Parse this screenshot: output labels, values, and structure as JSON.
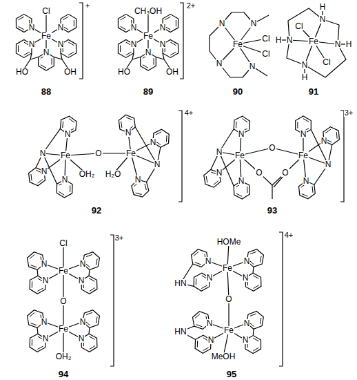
{
  "diagram": {
    "labels": [
      "Cl",
      "Fe",
      "N",
      "N",
      "N",
      "N",
      "N",
      "HO",
      "OH",
      "+",
      "88",
      "CH₃OH",
      "Fe",
      "N",
      "N",
      "N",
      "N",
      "N",
      "HO",
      "OH",
      "2+",
      "89",
      "N",
      "N",
      "Fe",
      "Cl",
      "Cl",
      "N",
      "N",
      "90",
      "H",
      "N",
      "Cl",
      "H",
      "N",
      "Fe",
      "N",
      "H",
      "Cl",
      "N",
      "H",
      "91",
      "4+",
      "N",
      "N",
      "N",
      "Fe",
      "O",
      "Fe",
      "N",
      "N",
      "OH₂",
      "H₂O",
      "N",
      "N",
      "N",
      "92",
      "3+",
      "N",
      "N",
      "N",
      "Fe",
      "O",
      "Fe",
      "N",
      "N",
      "O",
      "O",
      "N",
      "N",
      "N",
      "93",
      "Cl",
      "N",
      "N",
      "Fe",
      "N",
      "N",
      "O",
      "N",
      "N",
      "Fe",
      "N",
      "N",
      "OH₂",
      "3+",
      "94",
      "4+",
      "HOMe",
      "HN",
      "N",
      "N",
      "Fe",
      "N",
      "N",
      "O",
      "N",
      "N",
      "Fe",
      "N",
      "N",
      "HN",
      "MeOH",
      "95"
    ]
  }
}
